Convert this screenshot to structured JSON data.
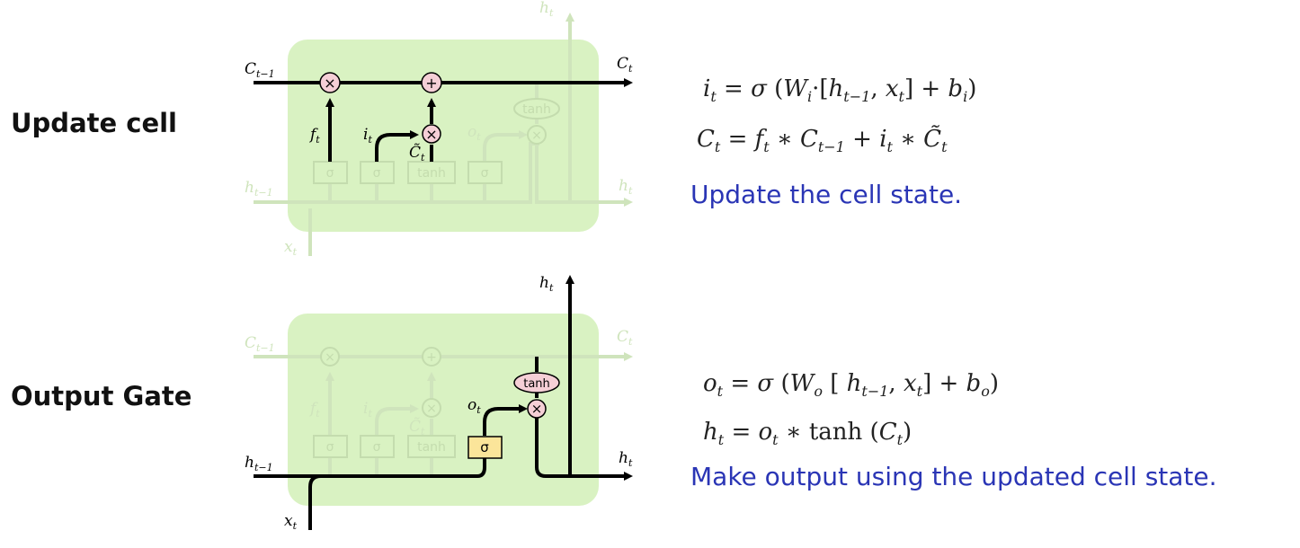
{
  "sections": {
    "update": {
      "title": "Update cell",
      "eq1": {
        "lhs": "i",
        "lhs_sub": "t",
        "sigma": "σ",
        "W": "W",
        "W_sub": "i",
        "h": "h",
        "h_sub": "t−1",
        "x": "x",
        "x_sub": "t",
        "b": "b",
        "b_sub": "i"
      },
      "eq2": {
        "C": "C",
        "C_sub": "t",
        "f": "f",
        "f_sub": "t",
        "Cprev": "C",
        "Cprev_sub": "t−1",
        "i": "i",
        "i_sub": "t",
        "Ctil": "C̃",
        "Ctil_sub": "t"
      },
      "description": "Update the cell state."
    },
    "output": {
      "title": "Output Gate",
      "eq1": {
        "lhs": "o",
        "lhs_sub": "t",
        "sigma": "σ",
        "W": "W",
        "W_sub": "o",
        "h": "h",
        "h_sub": "t−1",
        "x": "x",
        "x_sub": "t",
        "b": "b",
        "b_sub": "o"
      },
      "eq2": {
        "h": "h",
        "h_sub": "t",
        "o": "o",
        "o_sub": "t",
        "fn": "tanh",
        "C": "C",
        "C_sub": "t"
      },
      "description": "Make output using the updated cell state."
    }
  },
  "diagram": {
    "gate_labels": {
      "sigma": "σ",
      "tanh": "tanh",
      "mult": "×",
      "add": "+"
    },
    "signal_labels": {
      "C_prev": "C",
      "C_prev_sub": "t−1",
      "C_t": "C",
      "C_t_sub": "t",
      "h_prev": "h",
      "h_prev_sub": "t−1",
      "h_t": "h",
      "h_t_sub": "t",
      "x_t": "x",
      "x_t_sub": "t",
      "f_t": "f",
      "f_t_sub": "t",
      "i_t": "i",
      "i_t_sub": "t",
      "o_t": "o",
      "o_t_sub": "t",
      "Ctil": "C̃",
      "Ctil_sub": "t"
    }
  },
  "colors": {
    "cell_bg": "#d9f2c2",
    "faded_line": "#cfe4bc",
    "gate_node": "#f5cfd6",
    "sigma_box_active": "#fbe59a",
    "description": "#2a35b5"
  }
}
